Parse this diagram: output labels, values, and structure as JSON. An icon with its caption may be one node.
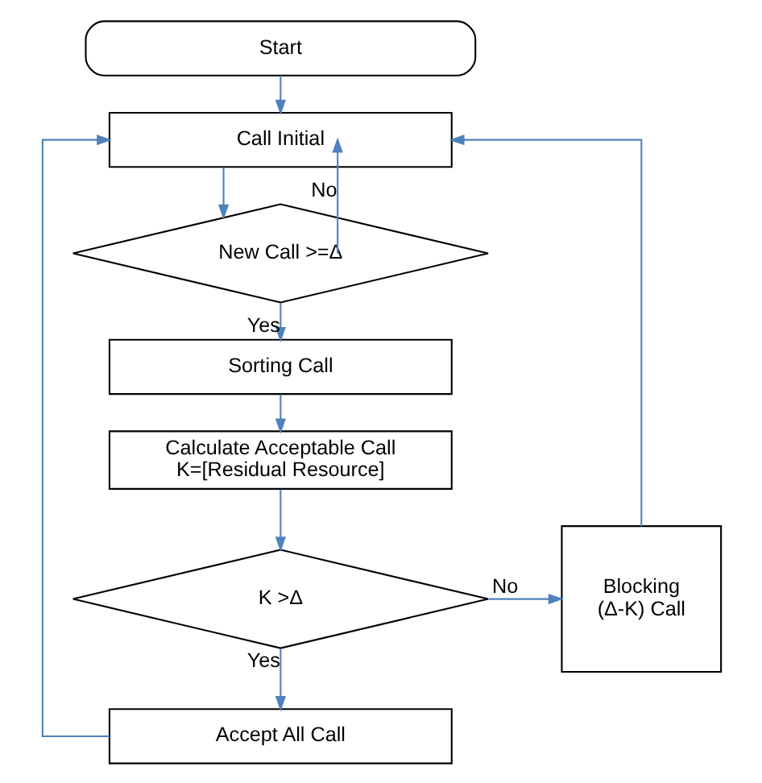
{
  "diagram": {
    "nodes": [
      {
        "text": [
          "Start"
        ]
      },
      {
        "text": [
          "Call Initial"
        ]
      },
      {
        "text": [
          "New Call >=Δ"
        ]
      },
      {
        "text": [
          "Sorting Call"
        ]
      },
      {
        "text": [
          "Calculate Acceptable Call K=[Residual Resource]"
        ]
      },
      {
        "text": [
          "K >Δ"
        ]
      },
      {
        "text": [
          "Accept All Call"
        ]
      },
      {
        "text": [
          "Blocking (Δ-K) Call"
        ]
      }
    ],
    "edges": [
      {
        "from": 0,
        "to": 1,
        "arrow": "to"
      },
      {
        "from": 1,
        "to": 2,
        "arrow": "to"
      },
      {
        "from": 2,
        "to": 3,
        "arrow": "to",
        "label": "Yes"
      },
      {
        "from": 2,
        "to": 1,
        "arrow": "to",
        "label": "No"
      },
      {
        "from": 3,
        "to": 4,
        "arrow": "to"
      },
      {
        "from": 4,
        "to": 5,
        "arrow": "to"
      },
      {
        "from": 5,
        "to": 6,
        "arrow": "to",
        "label": "Yes"
      },
      {
        "from": 5,
        "to": 7,
        "arrow": "to",
        "label": "No"
      },
      {
        "from": 7,
        "to": 1,
        "arrow": "to"
      },
      {
        "from": 6,
        "to": 1,
        "arrow": "to"
      }
    ]
  }
}
